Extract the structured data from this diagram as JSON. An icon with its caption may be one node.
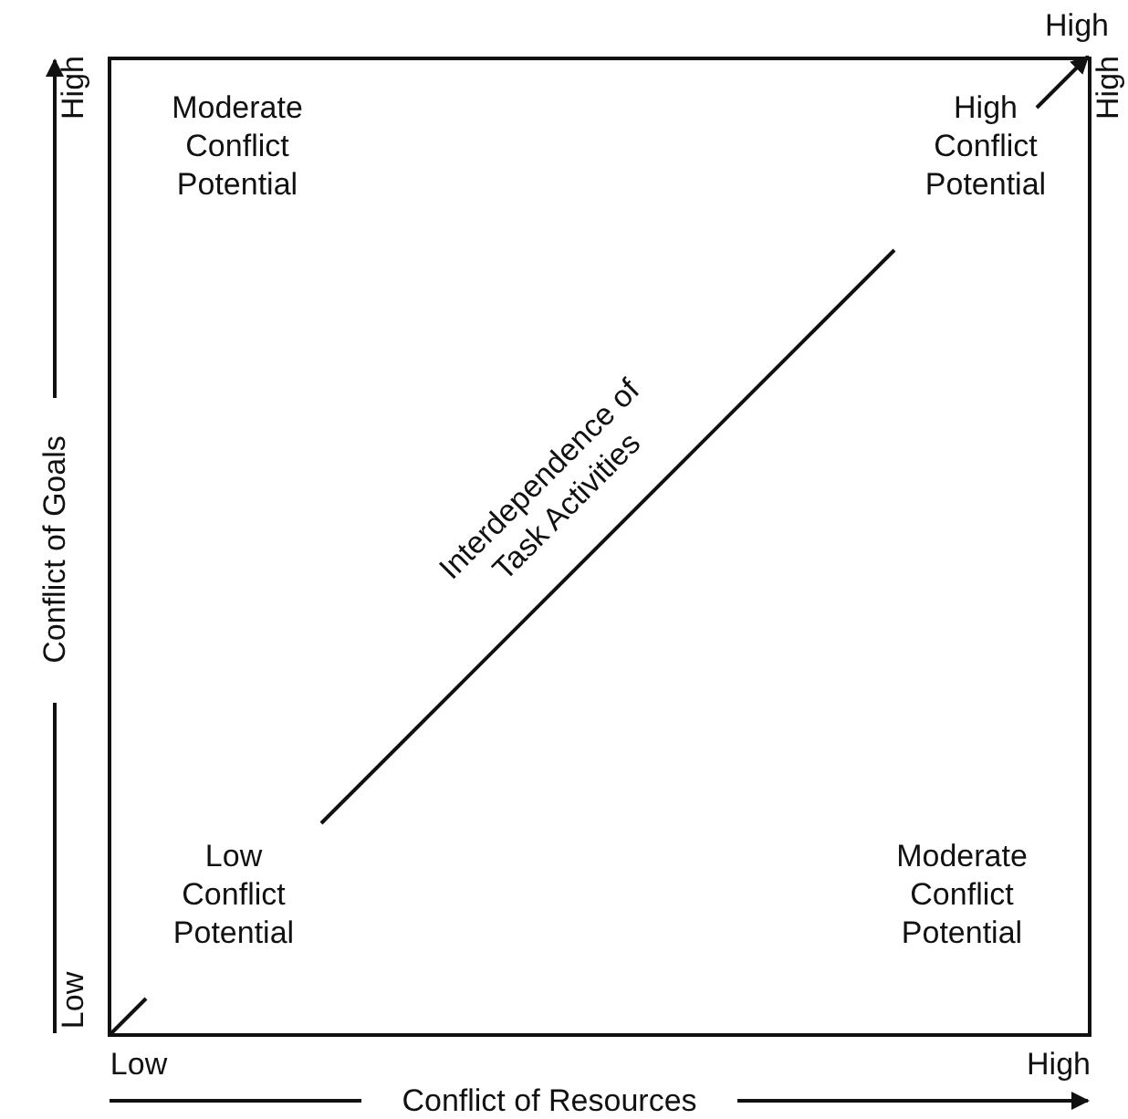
{
  "diagram": {
    "nodes": [
      {
        "text": [],
        "shape": "box"
      }
    ],
    "edges": [],
    "labels": [
      "High",
      "High",
      "Moderate Conflict Potential",
      "High Conflict Potential",
      "High",
      "Conflict of Goals",
      "Interdependence of Task Activities",
      "Low Conflict Potential",
      "Moderate Conflict Potential",
      "Low",
      "Low",
      "High",
      "Conflict of Resources"
    ]
  }
}
